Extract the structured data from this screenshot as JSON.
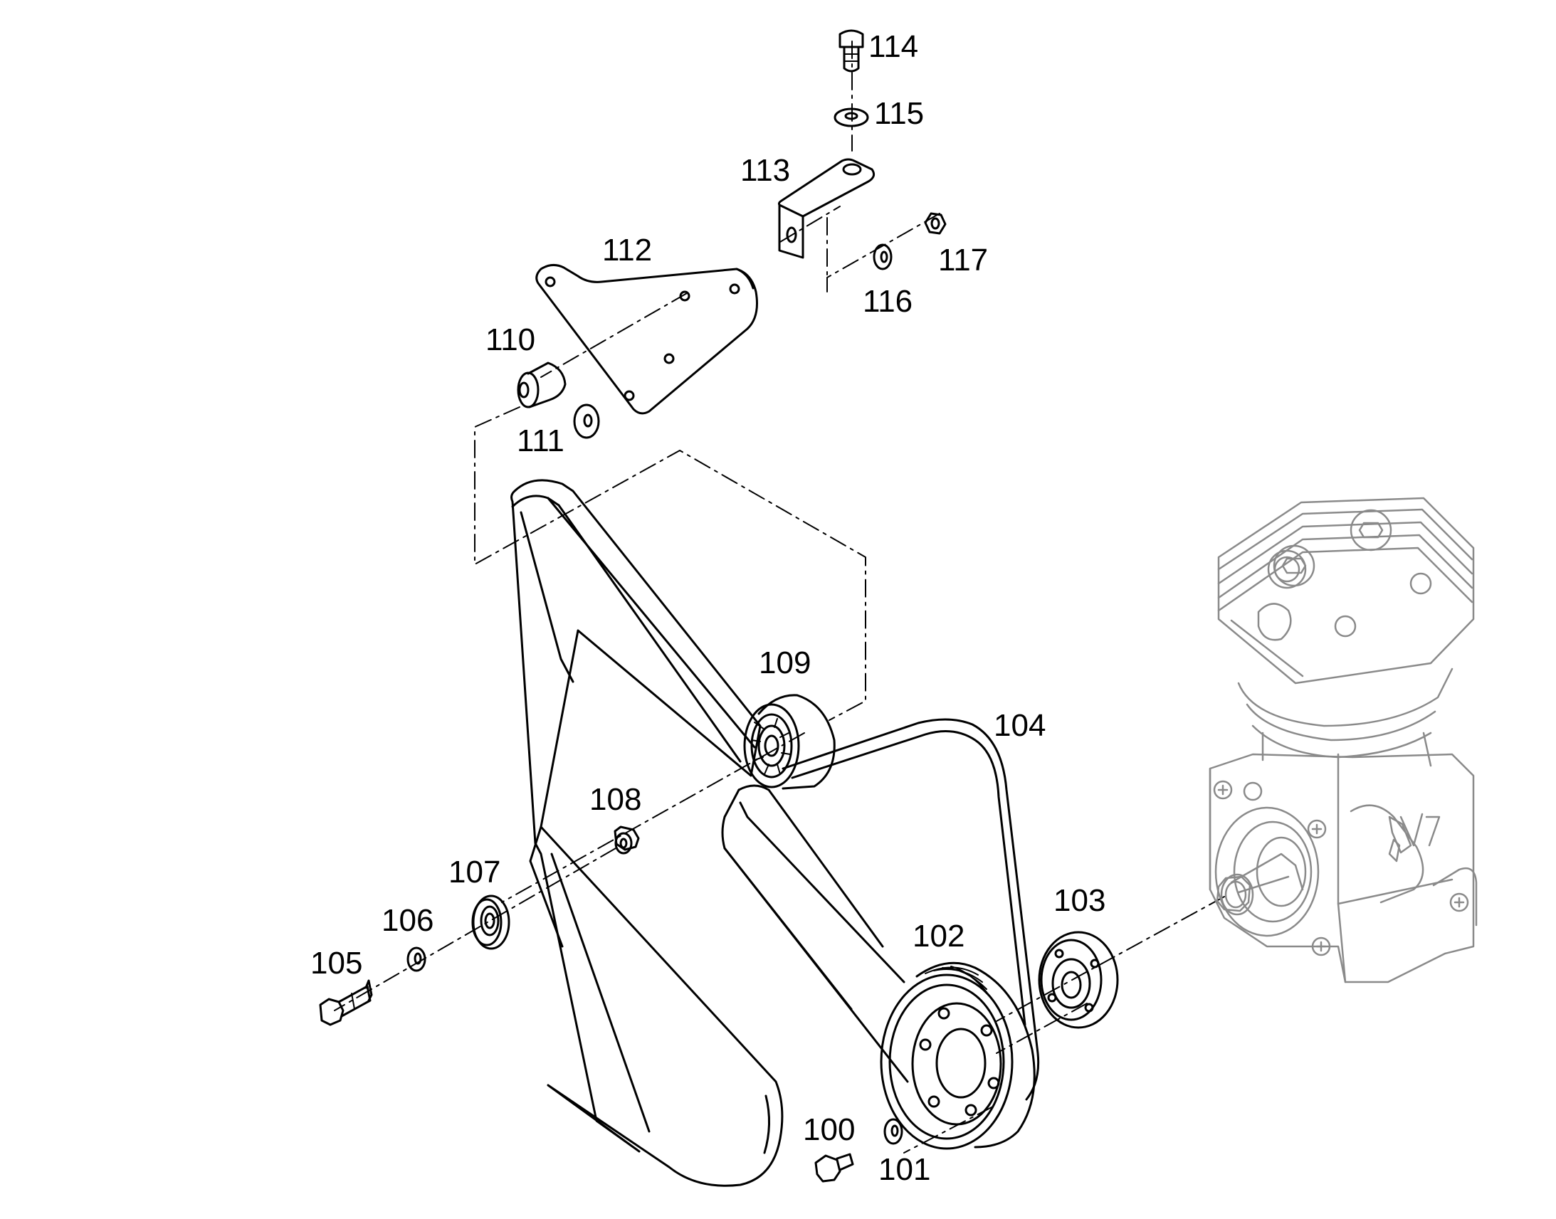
{
  "diagram": {
    "colors": {
      "line": "#000000",
      "light_line": "#8a8a8a",
      "background": "#ffffff"
    },
    "callouts": [
      {
        "id": "c100",
        "text": "100"
      },
      {
        "id": "c101",
        "text": "101"
      },
      {
        "id": "c102",
        "text": "102"
      },
      {
        "id": "c103",
        "text": "103"
      },
      {
        "id": "c104",
        "text": "104"
      },
      {
        "id": "c105",
        "text": "105"
      },
      {
        "id": "c106",
        "text": "106"
      },
      {
        "id": "c107",
        "text": "107"
      },
      {
        "id": "c108",
        "text": "108"
      },
      {
        "id": "c109",
        "text": "109"
      },
      {
        "id": "c110",
        "text": "110"
      },
      {
        "id": "c111",
        "text": "111"
      },
      {
        "id": "c112",
        "text": "112"
      },
      {
        "id": "c113",
        "text": "113"
      },
      {
        "id": "c114",
        "text": "114"
      },
      {
        "id": "c115",
        "text": "115"
      },
      {
        "id": "c116",
        "text": "116"
      },
      {
        "id": "c117",
        "text": "117"
      }
    ]
  }
}
